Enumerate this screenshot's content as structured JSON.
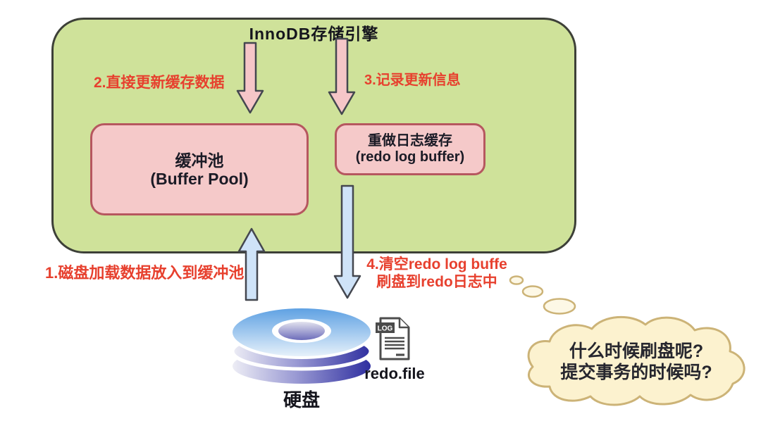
{
  "engine": {
    "title": "InnoDB存储引擎",
    "fill": "#cfe29a",
    "border": "#3d4038"
  },
  "boxes": {
    "buffer_pool": {
      "line1": "缓冲池",
      "line2": "(Buffer Pool)"
    },
    "redo_log_buffer": {
      "line1": "重做日志缓存",
      "line2": "(redo log buffer)"
    },
    "fill": "#f5c9c9",
    "border": "#b6575f"
  },
  "steps": {
    "color": "#e7402e",
    "step1": "1.磁盘加载数据放入到缓冲池",
    "step2": "2.直接更新缓存数据",
    "step3": "3.记录更新信息",
    "step4_line1": "4.清空redo log buffe",
    "step4_line2": "刷盘到redo日志中"
  },
  "disk": {
    "label": "硬盘"
  },
  "redo_file": {
    "label": "redo.file",
    "badge": "LOG"
  },
  "thought_cloud": {
    "line1": "什么时候刷盘呢?",
    "line2": "提交事务的时候吗?",
    "fill": "#fcf2cf",
    "border": "#ccb377"
  },
  "arrows": {
    "pink_fill": "#f6c6c8",
    "blue_fill": "#cfe3f8",
    "outline": "#44474f"
  }
}
